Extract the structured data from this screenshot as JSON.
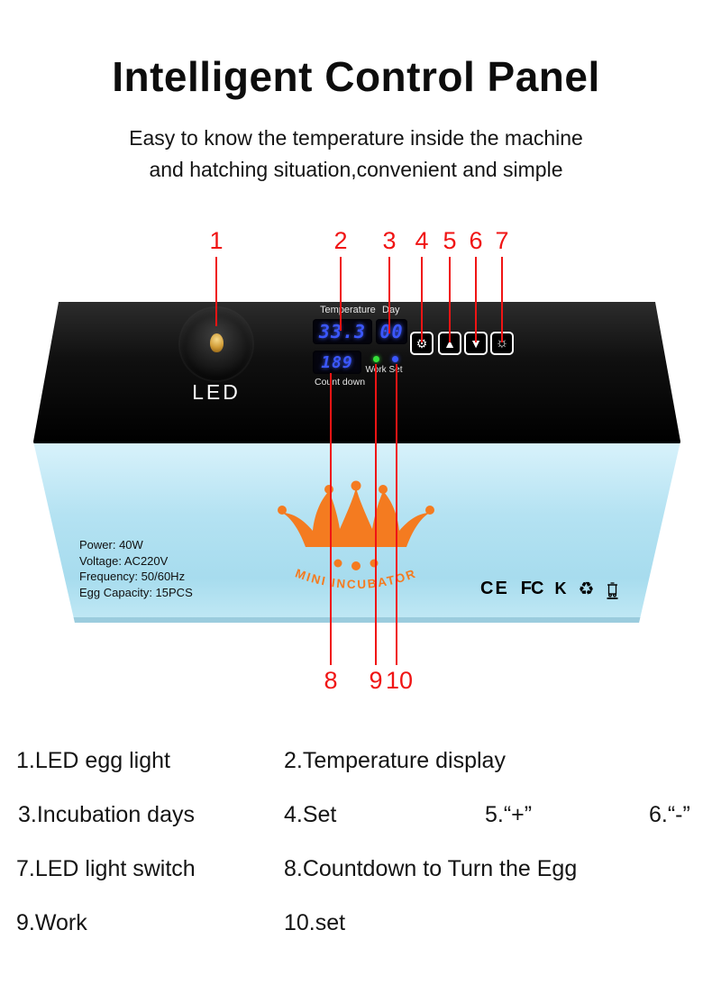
{
  "title": "Intelligent Control Panel",
  "subtitle": {
    "line1": "Easy to know the temperature inside the machine",
    "line2": "and hatching situation,convenient and simple"
  },
  "colors": {
    "callout_red": "#f01414",
    "device_blue": "#aedff0",
    "logo_orange": "#f47b20",
    "digit_blue": "#3b57ff",
    "work_green": "#35e13a"
  },
  "callouts": {
    "c1": "1",
    "c2": "2",
    "c3": "3",
    "c4": "4",
    "c5": "5",
    "c6": "6",
    "c7": "7",
    "c8": "8",
    "c9": "9",
    "c10": "10"
  },
  "device": {
    "led_label": "LED",
    "display": {
      "temperature_label": "Temperature",
      "day_label": "Day",
      "temperature_value": "33.3",
      "day_value": "00",
      "countdown_value": "189",
      "work_set_label": "Work Set",
      "countdown_label": "Count down"
    },
    "buttons": {
      "set_icon": "⚙",
      "up_icon": "▲",
      "down_icon": "▼",
      "light_icon": "☼"
    },
    "specs": [
      "Power: 40W",
      "Voltage: AC220V",
      "Frequency: 50/60Hz",
      "Egg Capacity: 15PCS"
    ],
    "logo_text": "MINI INCUBATOR",
    "certifications": {
      "ce": "CE",
      "fcc": "FC",
      "kc": "K",
      "recycle": "♻"
    }
  },
  "legend": {
    "item1": "1.LED egg light",
    "item2": "2.Temperature display",
    "item3": "3.Incubation days",
    "item4": "4.Set",
    "item5": "5.“+”",
    "item6": "6.“-”",
    "item7": "7.LED light switch",
    "item8": "8.Countdown to Turn the Egg",
    "item9": "9.Work",
    "item10": "10.set"
  }
}
